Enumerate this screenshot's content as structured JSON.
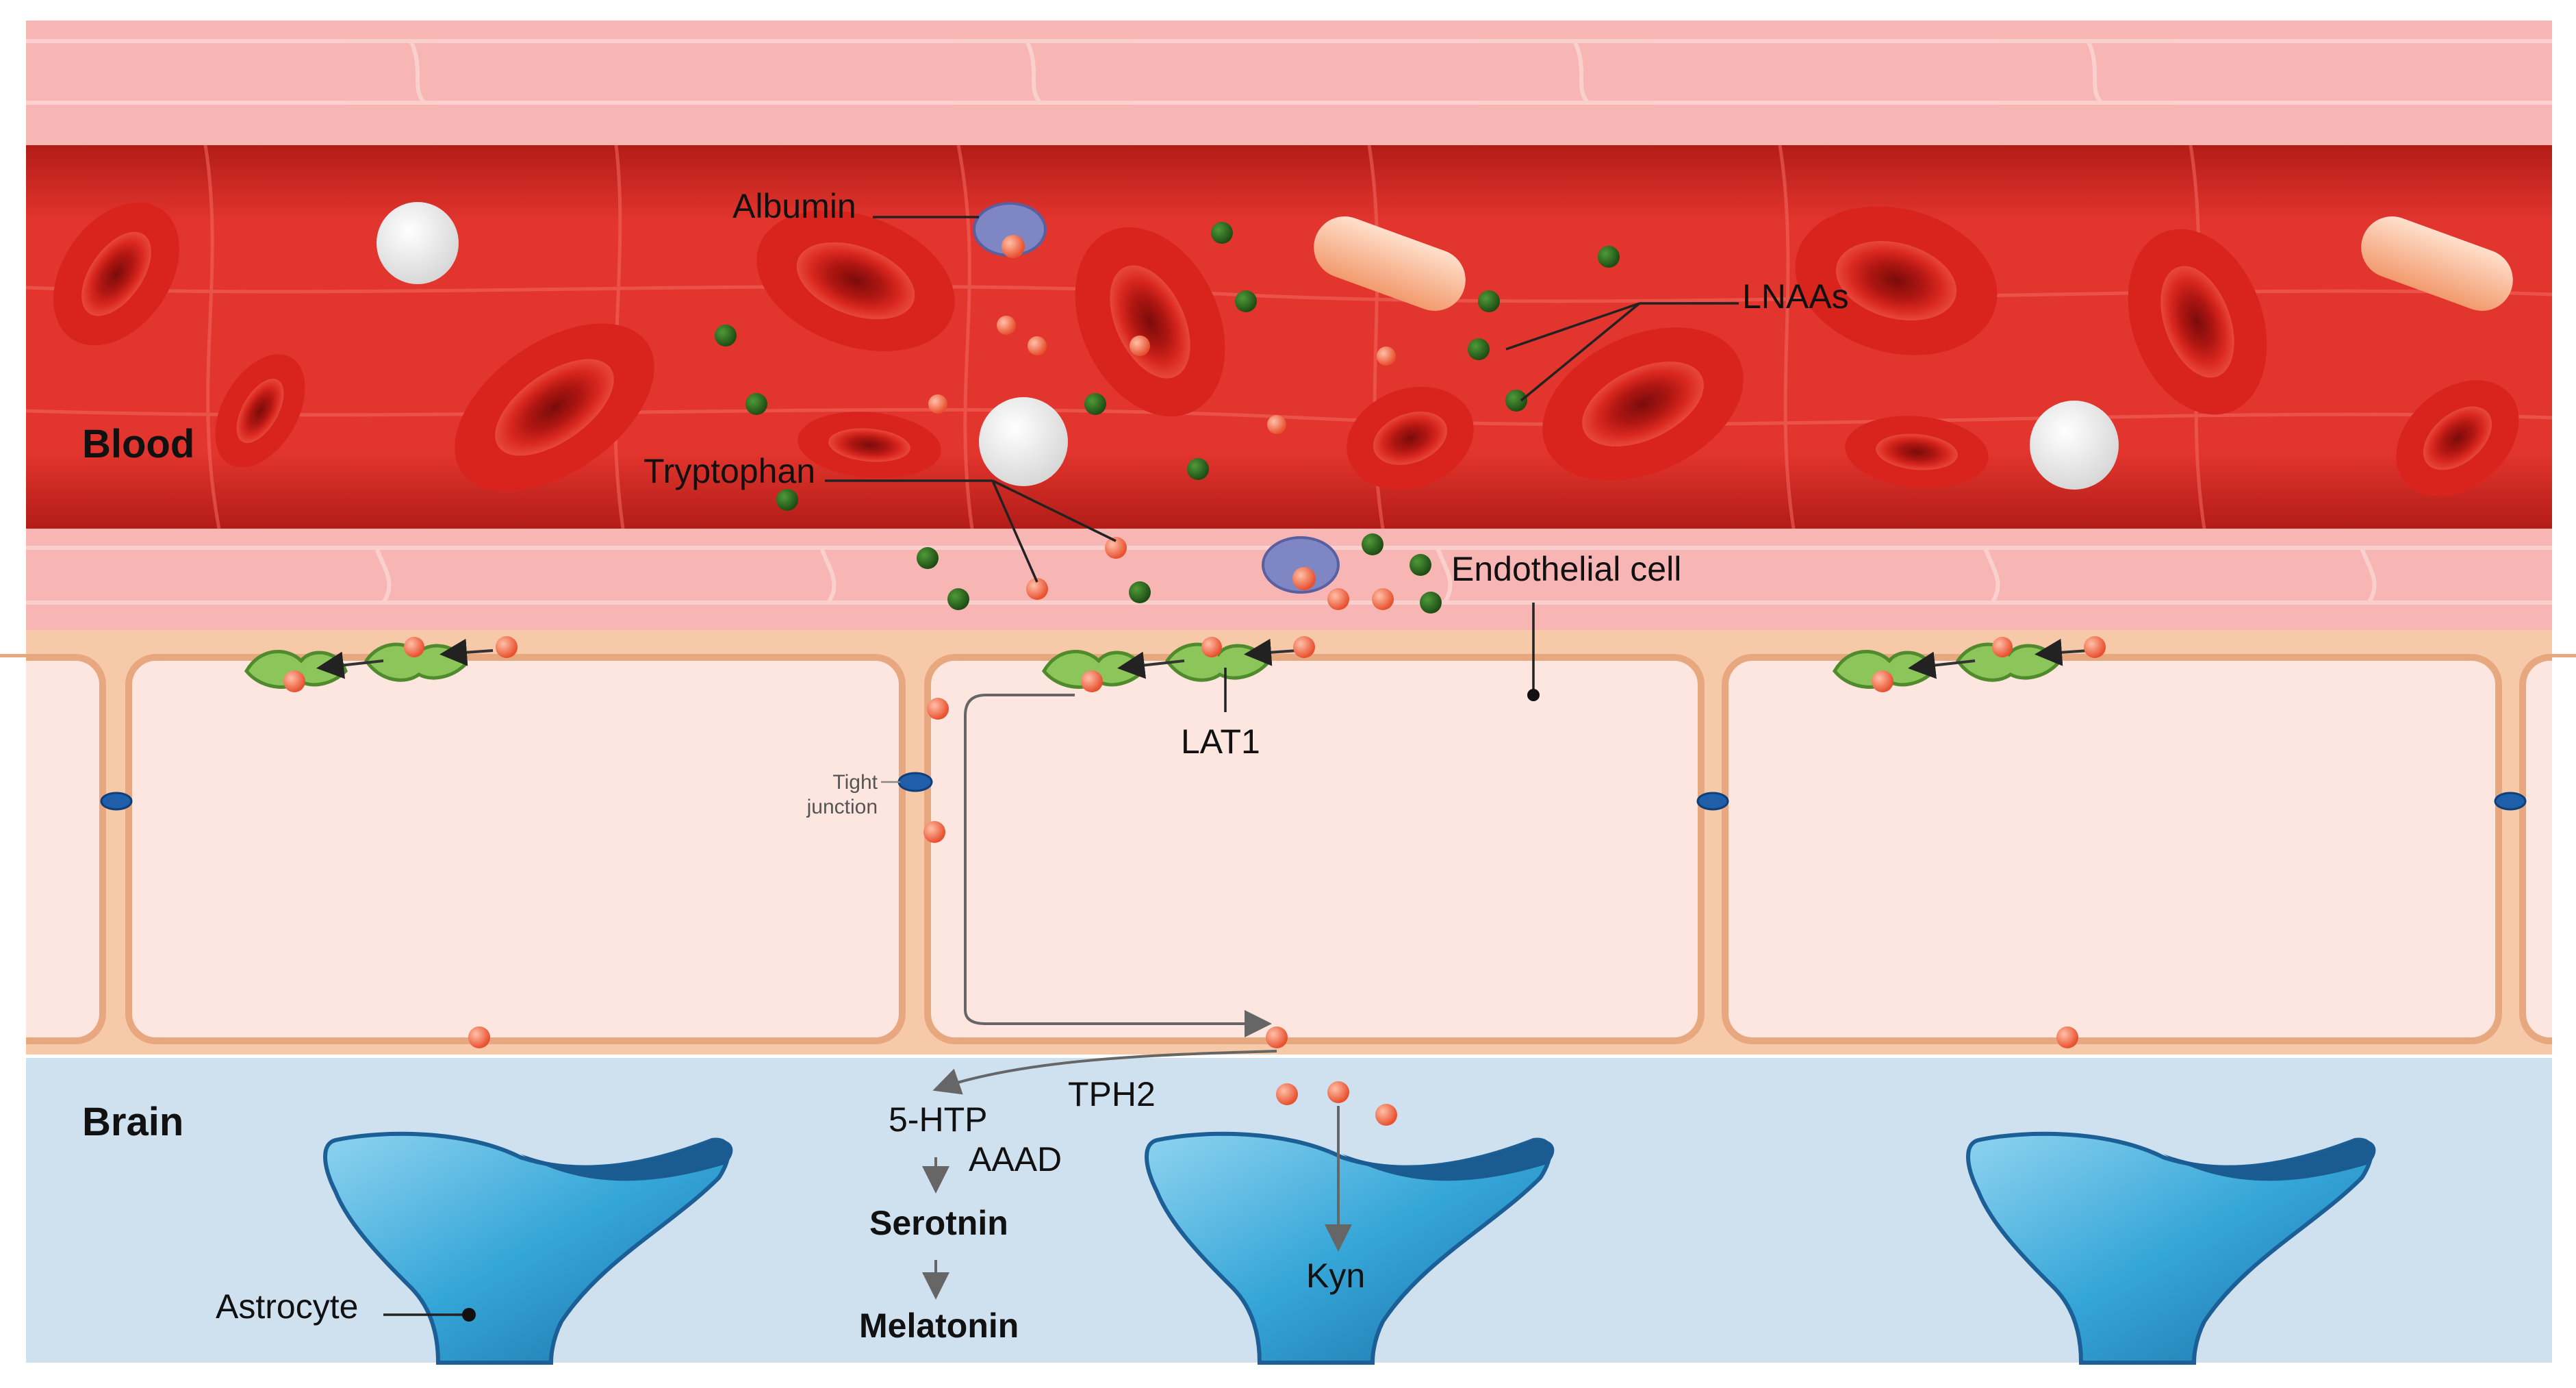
{
  "regions": {
    "blood": "Blood",
    "brain": "Brain"
  },
  "labels": {
    "albumin": "Albumin",
    "lnaas": "LNAAs",
    "tryptophan": "Tryptophan",
    "endothelial_cell": "Endothelial cell",
    "lat1": "LAT1",
    "tight_junction_line1": "Tight",
    "tight_junction_line2": "junction",
    "astrocyte": "Astrocyte",
    "tph2": "TPH2",
    "five_htp": "5-HTP",
    "aaad": "AAAD",
    "serotonin": "Serotnin",
    "melatonin": "Melatonin",
    "kyn": "Kyn"
  },
  "colors": {
    "vessel_wall": "#f7b4b4",
    "blood_lumen": "#e0322c",
    "red_blood_cell": "#c81e1a",
    "white_blood_cell": "#f2f2f2",
    "platelet": "#f6b08a",
    "endothelial_cell": "#fde6df",
    "endothelial_border": "#efb58f",
    "brain_tissue": "#cfe0ee",
    "astrocyte": "#2f9bd0",
    "tryptophan": "#f26b4a",
    "lnaa": "#2d6b1f",
    "albumin": "#7f86c4",
    "lat1": "#8cc65a",
    "tight_junction": "#1f5ea8"
  }
}
